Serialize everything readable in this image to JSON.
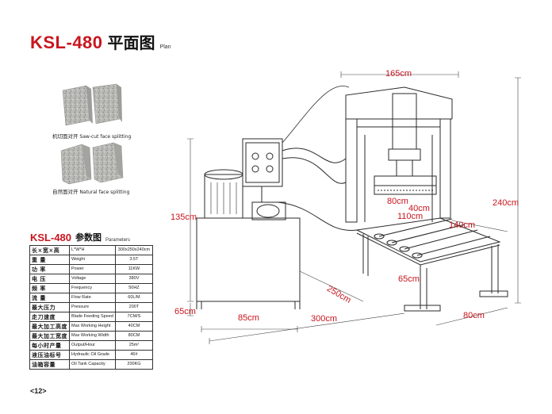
{
  "title": {
    "model": "KSL-480",
    "cn": "平面图",
    "en": "Plan"
  },
  "samples": [
    {
      "caption_cn": "机切面对开",
      "caption_en": "Saw-cut face splitting"
    },
    {
      "caption_cn": "自然面对开",
      "caption_en": "Natural face splitting"
    }
  ],
  "params": {
    "model": "KSL-480",
    "title_cn": "参数图",
    "title_en": "Parameters",
    "rows": [
      {
        "cn": "长×宽×高",
        "en": "L*W*H",
        "value": "300x250x240cm"
      },
      {
        "cn": "重 量",
        "en": "Weight",
        "value": "3.5T"
      },
      {
        "cn": "功 率",
        "en": "Power",
        "value": "11KW"
      },
      {
        "cn": "电 压",
        "en": "Voltage",
        "value": "380V"
      },
      {
        "cn": "频 率",
        "en": "Frequency",
        "value": "50HZ"
      },
      {
        "cn": "流 量",
        "en": "Flow Rate",
        "value": "60L/M"
      },
      {
        "cn": "最大压力",
        "en": "Pressure",
        "value": "200T"
      },
      {
        "cn": "走刀速度",
        "en": "Blade Feeding Speed",
        "value": "7CM/S"
      },
      {
        "cn": "最大加工高度",
        "en": "Max Working Height",
        "value": "40CM"
      },
      {
        "cn": "最大加工宽度",
        "en": "Max Working Width",
        "value": "80CM"
      },
      {
        "cn": "每小时产量",
        "en": "Output/Hour",
        "value": "25m²"
      },
      {
        "cn": "液压油标号",
        "en": "Hydraulic Oil Grade",
        "value": "46#"
      },
      {
        "cn": "油箱容量",
        "en": "Oil Tank Capacity",
        "value": "200KG"
      }
    ]
  },
  "dimensions": {
    "top_width": "165cm",
    "total_height": "240cm",
    "unit_height": "135cm",
    "blade_width": "80cm",
    "cut_height": "40cm",
    "table_width": "110cm",
    "roller_length": "140cm",
    "leg_height": "65cm",
    "unit_base": "85cm",
    "depth": "250cm",
    "length": "300cm",
    "table_depth": "80cm",
    "roller_height": "65cm"
  },
  "page_number": "<12>",
  "colors": {
    "brand_red": "#c9151e",
    "text": "#1a1a1a",
    "line": "#333333"
  }
}
